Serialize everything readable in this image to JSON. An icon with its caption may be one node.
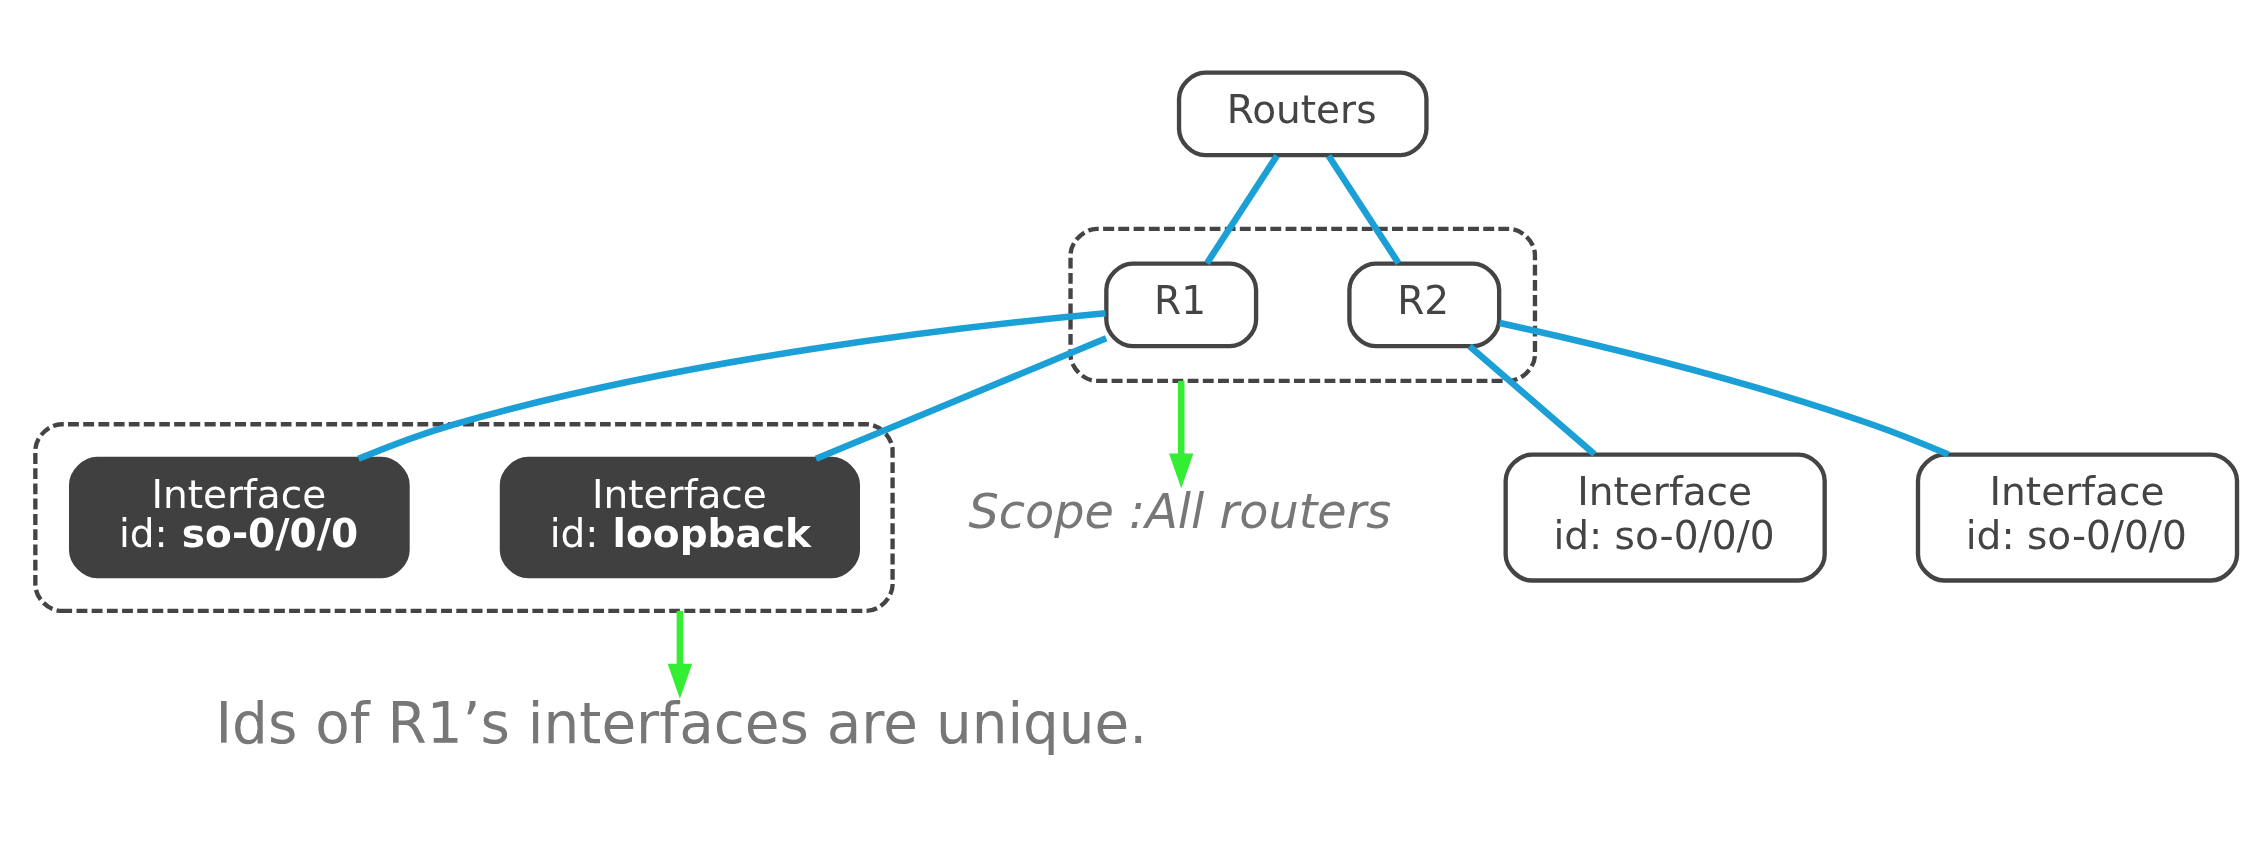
{
  "diagram": {
    "nodes": [
      {
        "text": [
          "Routers"
        ]
      },
      {
        "text": [],
        "shape": "box"
      },
      {
        "text": [
          "R1"
        ],
        "in": 1
      },
      {
        "text": [
          "R2"
        ],
        "in": 1
      },
      {
        "text": [],
        "shape": "box"
      },
      {
        "text": [
          "Interface",
          "id: **loopback**"
        ],
        "in": 4
      },
      {
        "text": [
          "Interface",
          "id: **so-0/0/0**"
        ],
        "in": 4
      },
      {
        "text": [
          "Interface",
          "id: so-0/0/0"
        ]
      },
      {
        "text": [
          "Interface",
          "id: so-0/0/0"
        ]
      },
      {
        "text": [
          "Scope :All routers"
        ]
      },
      {
        "text": [
          "Ids of R1’s interfaces are unique."
        ]
      }
    ],
    "edges": [
      {
        "from": 0,
        "to": 2,
        "arrow": "none"
      },
      {
        "from": 0,
        "to": 3,
        "arrow": "none"
      },
      {
        "from": 2,
        "to": 5,
        "arrow": "none"
      },
      {
        "from": 2,
        "to": 6,
        "arrow": "none"
      },
      {
        "from": 3,
        "to": 7,
        "arrow": "none"
      },
      {
        "from": 3,
        "to": 8,
        "arrow": "none"
      },
      {
        "from": 1,
        "to": 9,
        "arrow": "to",
        "color": "#33ee33"
      },
      {
        "from": 4,
        "to": 10,
        "arrow": "to",
        "color": "#33ee33"
      }
    ]
  }
}
